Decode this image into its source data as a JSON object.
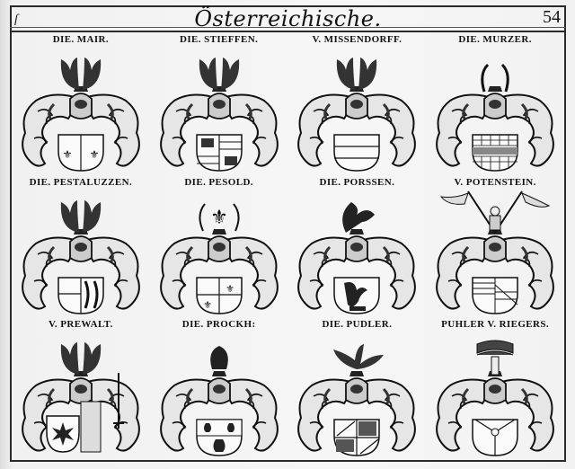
{
  "page": {
    "signature_mark": "ſ",
    "title": "Österreichische.",
    "page_number": "54",
    "colors": {
      "ink": "#111111",
      "paper": "#f4f4f4",
      "frame": "#2a2a2a"
    }
  },
  "arms": [
    {
      "caption": "DIE. MAIR.",
      "shield": "per-pale-fleurs",
      "crest": "wings",
      "tinctures": [
        "g",
        "r"
      ]
    },
    {
      "caption": "DIE. STIEFFEN.",
      "shield": "quartered-bars",
      "crest": "wings",
      "tinctures": [
        "r",
        "w",
        "r",
        "w"
      ]
    },
    {
      "caption": "V. MISSENDORFF.",
      "shield": "barry-three",
      "crest": "wings",
      "tinctures": [
        "gr",
        "g",
        "grün"
      ]
    },
    {
      "caption": "DIE. MURZER.",
      "shield": "chequy-fess",
      "crest": "horns",
      "tinctures": [
        "r",
        "g"
      ]
    },
    {
      "caption": "DIE. PESTALUZZEN.",
      "shield": "quartered",
      "crest": "three-helmets-plumes",
      "tinctures": [
        "s",
        "g"
      ]
    },
    {
      "caption": "DIE. PESOLD.",
      "shield": "quartered-fleurs",
      "crest": "fleur-antlers",
      "tinctures": [
        "g",
        "s"
      ]
    },
    {
      "caption": "DIE. PORSSEN.",
      "shield": "rampant-beast",
      "crest": "pegasus",
      "tinctures": [
        "s",
        "w"
      ]
    },
    {
      "caption": "V. POTENSTEIN.",
      "shield": "per-bend-barry",
      "crest": "figure-with-banners",
      "tinctures": [
        "r",
        "w"
      ]
    },
    {
      "caption": "V. PREWALT.",
      "shield": "mullet-eight",
      "crest": "plumes",
      "tinctures": [
        "g",
        "b"
      ]
    },
    {
      "caption": "DIE. PROCKH:",
      "shield": "cups",
      "crest": "plume-ball",
      "tinctures": [
        "g",
        "s"
      ]
    },
    {
      "caption": "DIE. PUDLER.",
      "shield": "quartered-bends",
      "crest": "eagle",
      "tinctures": [
        "w",
        "r"
      ]
    },
    {
      "caption": "PUHLER V. RIEGERS.",
      "shield": "pall-ring",
      "crest": "tree-wings",
      "tinctures": [
        "r",
        "w"
      ]
    }
  ]
}
